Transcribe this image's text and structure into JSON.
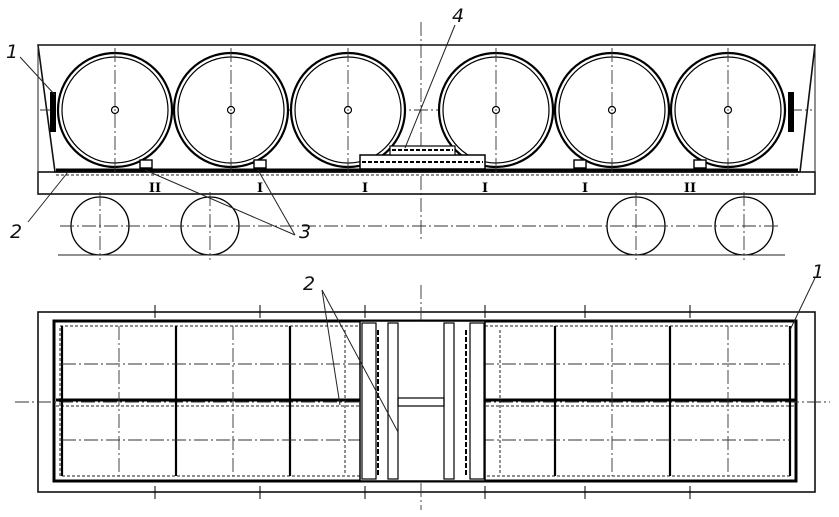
{
  "callouts": {
    "side": [
      "1",
      "2",
      "3",
      "4"
    ],
    "top": [
      "2",
      "1"
    ]
  },
  "section_marks": [
    "II",
    "I",
    "I",
    "I",
    "I",
    "II"
  ],
  "side_view": {
    "coil_count": 6,
    "wheel_count": 4
  },
  "plan_view": {
    "rows": 2,
    "cells_per_row": 6
  }
}
